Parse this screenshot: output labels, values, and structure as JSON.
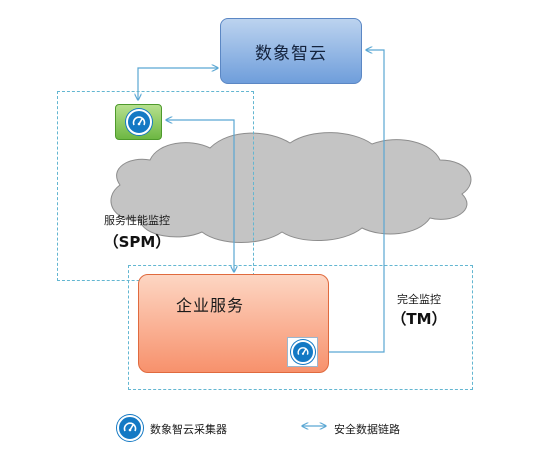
{
  "nodes": {
    "cloud_service": "数象智云",
    "enterprise_service": "企业服务"
  },
  "zones": {
    "spm_label": "服务性能监控",
    "spm_abbr": "（SPM）",
    "tm_label": "完全监控",
    "tm_abbr": "（TM）"
  },
  "legend": {
    "collector_label": "数象智云采集器",
    "link_label": "安全数据链路"
  },
  "colors": {
    "link": "#5aa7d3",
    "gauge": "#1479c4",
    "cloud_box": "#6f9edb",
    "enterprise_box": "#f7916c",
    "internet_cloud": "#c4c4c4"
  },
  "icons": {
    "collector": "gauge-icon",
    "network": "cloud-icon"
  }
}
